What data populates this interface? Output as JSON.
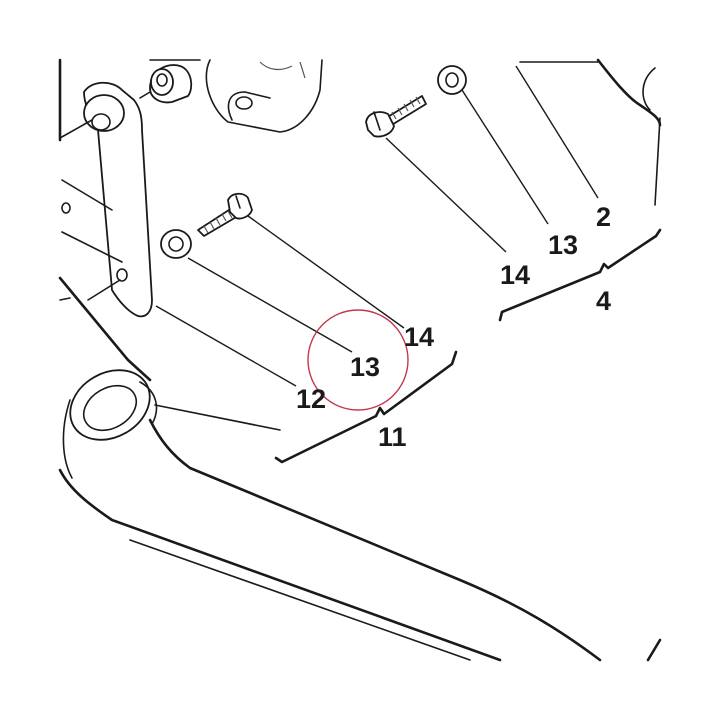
{
  "callouts": {
    "c2": "2",
    "c13_top": "13",
    "c14_top": "14",
    "c4": "4",
    "c14_mid": "14",
    "c13_mid": "13",
    "c12": "12",
    "c11": "11"
  },
  "colors": {
    "line": "#1a1a1a",
    "highlight_circle": "#c0394b",
    "background": "#ffffff"
  }
}
